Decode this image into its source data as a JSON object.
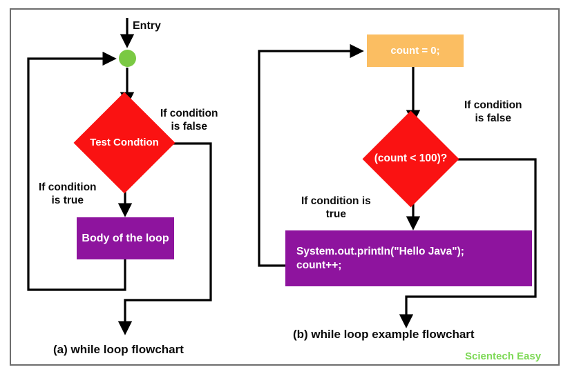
{
  "figure": {
    "title": "While loop flowcharts",
    "border_color": "#6d6d6d",
    "background": "#ffffff"
  },
  "colors": {
    "decision_red": "#fa1212",
    "process_purple": "#8e149e",
    "init_orange": "#fbbe62",
    "start_green": "#7ac943",
    "line_black": "#000000",
    "text_dark": "#0b0b0b",
    "watermark_green": "#7ed957"
  },
  "diagram_a": {
    "caption": "(a) while loop flowchart",
    "entry_label": "Entry",
    "start_node": "start-circle",
    "decision": "Test\nCondtion",
    "decision_line1": "Test",
    "decision_line2": "Condtion",
    "process": "Body of\nthe loop",
    "process_line1": "Body of",
    "process_line2": "the loop",
    "label_false": "If condition\nis false",
    "label_true": "If condition\nis true"
  },
  "diagram_b": {
    "caption": "(b) while loop example flowchart",
    "init": "count = 0;",
    "decision": "(count < 100)?",
    "process_line1": "System.out.println(\"Hello Java\");",
    "process_line2": "count++;",
    "label_false": "If condition\nis false",
    "label_true": "If condition is\ntrue"
  },
  "watermark": "Scientech Easy"
}
